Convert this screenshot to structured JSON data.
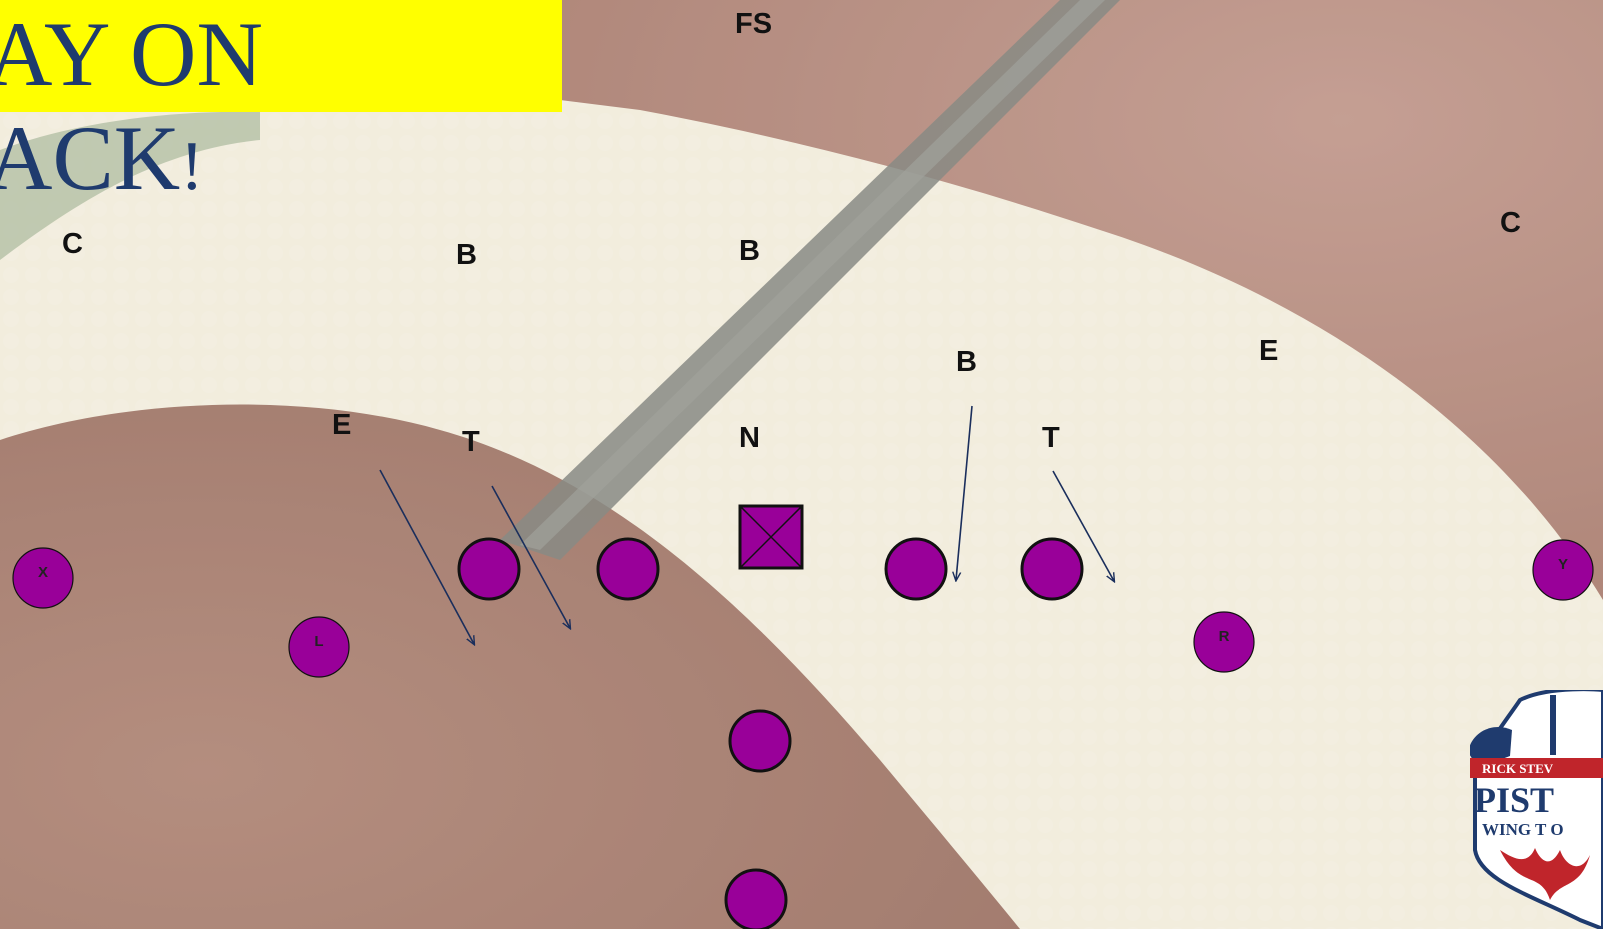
{
  "title": {
    "line1": "AY ON",
    "line2_main": "ACK",
    "line2_punct": "!"
  },
  "colors": {
    "title_bg": "#ffff00",
    "title_text": "#1f3b6e",
    "player_fill": "#990099",
    "arrow": "#1a2e5c",
    "leather": "#8a4a3a",
    "panel": "#efe9d6"
  },
  "defense": [
    {
      "label": "FS"
    },
    {
      "label": "C"
    },
    {
      "label": "B"
    },
    {
      "label": "B"
    },
    {
      "label": "C"
    },
    {
      "label": "E"
    },
    {
      "label": "B"
    },
    {
      "label": "E"
    },
    {
      "label": "T"
    },
    {
      "label": "N"
    },
    {
      "label": "T"
    }
  ],
  "offense": [
    {
      "label": "X"
    },
    {
      "label": "L"
    },
    {
      "label": ""
    },
    {
      "label": ""
    },
    {
      "label": ""
    },
    {
      "label": ""
    },
    {
      "label": "R"
    },
    {
      "label": "Y"
    },
    {
      "label": ""
    },
    {
      "label": ""
    }
  ],
  "center_label": "",
  "logo": {
    "text_top": "RICK STEV",
    "text_mid": "PIST",
    "text_bot": "WING T O",
    "icon": "helmet-icon"
  }
}
